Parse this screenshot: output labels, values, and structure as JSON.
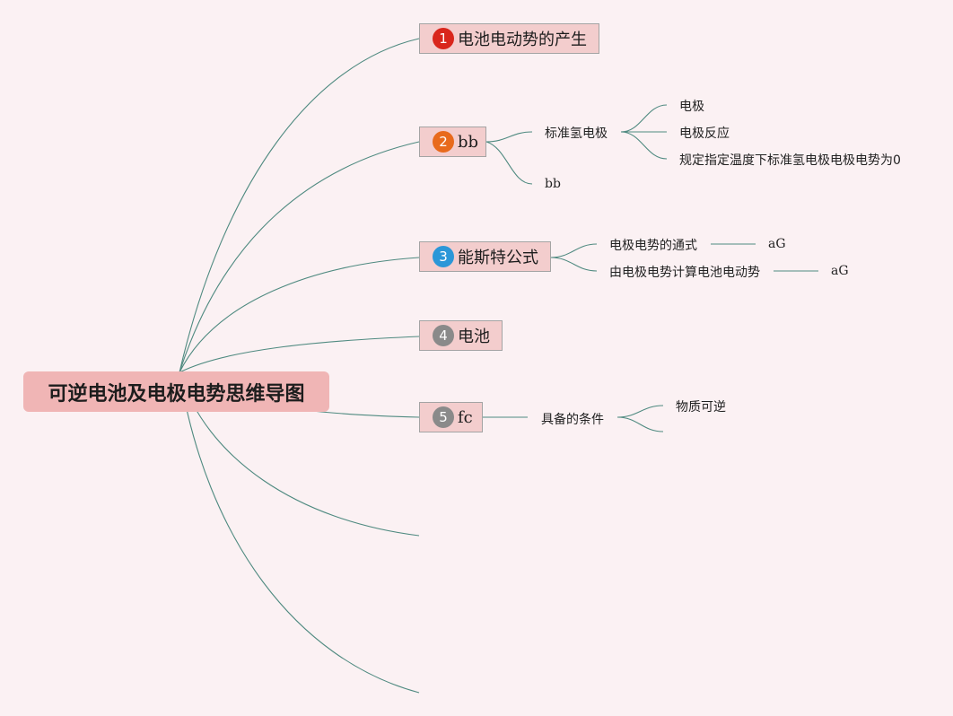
{
  "root": {
    "label": "可逆电池及电极电势思维导图"
  },
  "colors": {
    "background": "#fbf1f3",
    "root_fill": "#f0b5b5",
    "topic_fill": "#f3cdcd",
    "topic_border": "#a4a4a4",
    "link": "#4f8a80",
    "badge_1": "#d9261c",
    "badge_2": "#e86a1c",
    "badge_3": "#2b97d8",
    "badge_4": "#8a8a8a",
    "badge_5": "#8a8a8a"
  },
  "topics": [
    {
      "number": "1",
      "label": "电池电动势的产生",
      "children": []
    },
    {
      "number": "2",
      "label": "bb",
      "children": [
        {
          "label": "标准氢电极",
          "children": [
            {
              "label": "电极"
            },
            {
              "label": "电极反应"
            },
            {
              "label": "规定指定温度下标准氢电极电极电势为0"
            }
          ]
        },
        {
          "label": "bb",
          "children": []
        }
      ]
    },
    {
      "number": "3",
      "label": "能斯特公式",
      "children": [
        {
          "label": "电极电势的通式",
          "children": [
            {
              "label": "aG"
            }
          ]
        },
        {
          "label": "由电极电势计算电池电动势",
          "children": [
            {
              "label": "aG"
            }
          ]
        }
      ]
    },
    {
      "number": "4",
      "label": "电池",
      "children": []
    },
    {
      "number": "5",
      "label": "fc",
      "children": [
        {
          "label": "具备的条件",
          "children": [
            {
              "label": "物质可逆"
            }
          ]
        }
      ]
    }
  ]
}
